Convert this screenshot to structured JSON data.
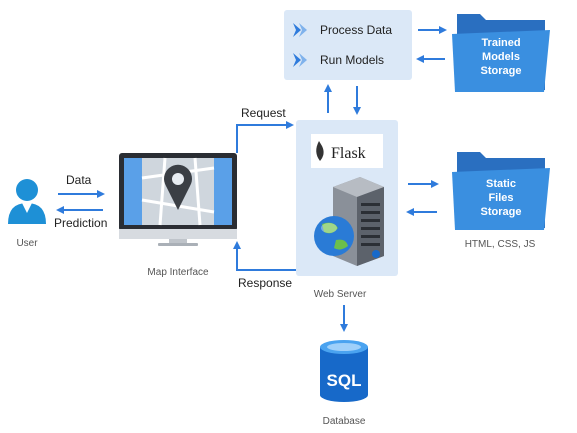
{
  "user": {
    "label": "User"
  },
  "flows": {
    "data": "Data",
    "prediction": "Prediction",
    "request": "Request",
    "response": "Response"
  },
  "map_interface": {
    "label": "Map Interface"
  },
  "process_box": {
    "items": [
      {
        "label": "Process Data",
        "icon": "chevron-icon"
      },
      {
        "label": "Run Models",
        "icon": "chevron-icon"
      }
    ]
  },
  "trained_models": {
    "line1": "Trained",
    "line2": "Models",
    "line3": "Storage"
  },
  "web_server": {
    "label": "Web Server",
    "framework": "Flask"
  },
  "static_files": {
    "line1": "Static",
    "line2": "Files",
    "line3": "Storage",
    "caption": "HTML, CSS, JS"
  },
  "database": {
    "label": "Database",
    "icon_text": "SQL"
  },
  "colors": {
    "arrow": "#2f7bdc",
    "panel": "#dbe8f7",
    "folder": "#3a8fe0",
    "folder_back": "#2a6fc0",
    "user": "#1e90d6",
    "db": "#1769c9"
  }
}
